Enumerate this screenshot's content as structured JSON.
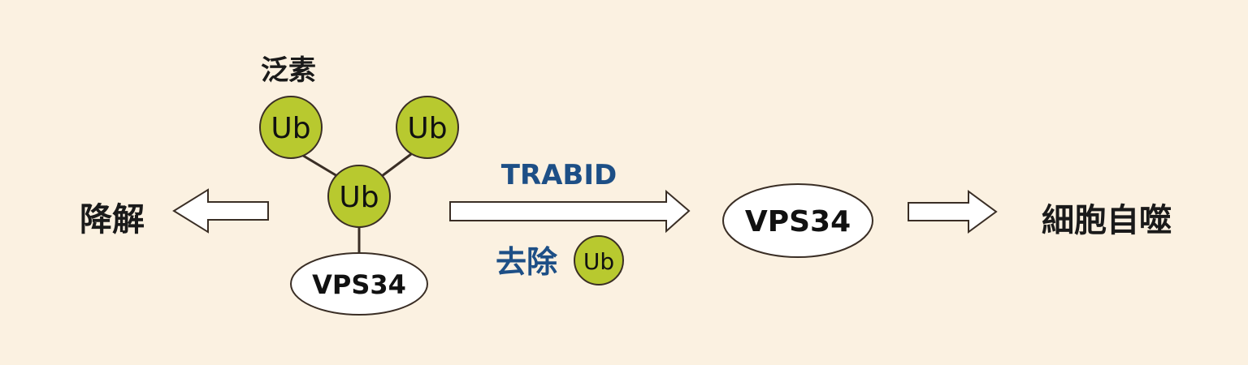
{
  "labels": {
    "ubiquitin": "泛素",
    "degradation": "降解",
    "enzyme": "TRABID",
    "remove": "去除",
    "autophagy": "細胞自噬"
  },
  "ub_label": "Ub",
  "protein_label": "VPS34",
  "ub_left": "Ub",
  "ub_right": "Ub",
  "ub_center": "Ub",
  "ub_removed": "Ub",
  "protein_bound": "VPS34",
  "protein_free": "VPS34",
  "colors": {
    "background": "#fbf1e1",
    "ub_fill": "#b8c92f",
    "enzyme_text": "#1d4f86",
    "stroke": "#3a2e25"
  }
}
